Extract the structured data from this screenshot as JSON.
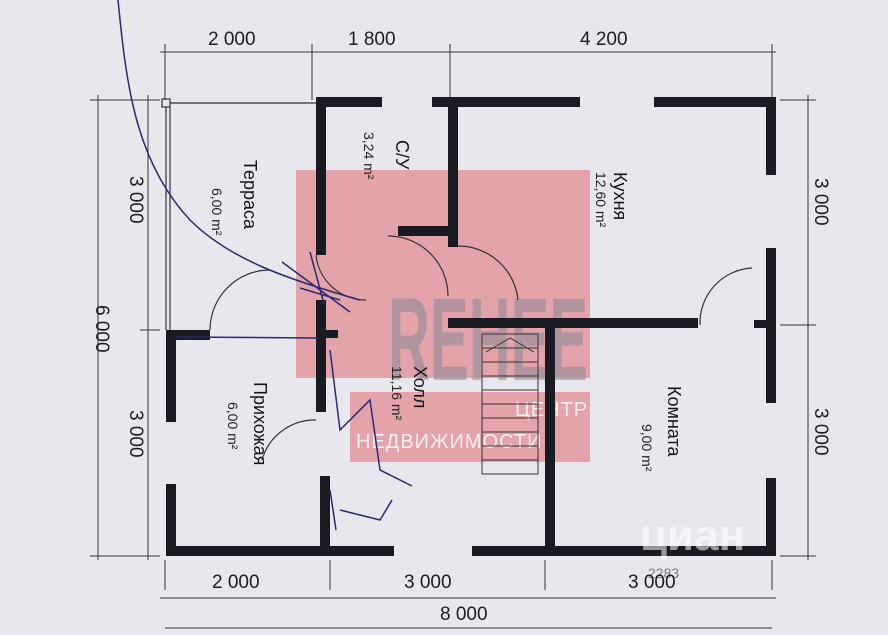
{
  "dimensions": {
    "top": [
      "2 000",
      "1 800",
      "4 200"
    ],
    "bottom": [
      "2 000",
      "3 000",
      "3 000"
    ],
    "total_bottom": "8 000",
    "left_total": "6 000",
    "left": [
      "3 000",
      "3 000"
    ],
    "right": [
      "3 000",
      "3 000"
    ]
  },
  "rooms": {
    "su": {
      "name": "С/У",
      "area": "3,24 m²"
    },
    "terrace": {
      "name": "Терраса",
      "area": "6,00 m²"
    },
    "kitchen": {
      "name": "Кухня",
      "area": "12,60 m²"
    },
    "hall": {
      "name": "Холл",
      "area": "11,16 m²"
    },
    "entry": {
      "name": "Прихожая",
      "area": "6,00 m²"
    },
    "room": {
      "name": "Комната",
      "area": "9,00 m²"
    }
  },
  "watermark": {
    "brand": "REHEE",
    "line1": "ЦЕНТР",
    "line2": "НЕДВИЖИМОСТИ",
    "cian": "циан",
    "cian_id": "2283"
  },
  "colors": {
    "wall": "#1a1a22",
    "watermark_red": "#e06a72"
  }
}
